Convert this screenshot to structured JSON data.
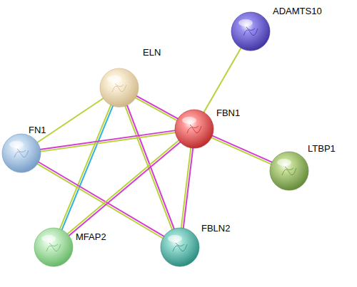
{
  "diagram": {
    "nodes": [
      {
        "text": [
          "ADAMTS10"
        ]
      },
      {
        "text": [
          "ELN"
        ]
      },
      {
        "text": [
          "FBN1"
        ]
      },
      {
        "text": [
          "FN1"
        ]
      },
      {
        "text": [
          "LTBP1"
        ]
      },
      {
        "text": [
          "MFAP2"
        ]
      },
      {
        "text": [
          "FBLN2"
        ]
      }
    ],
    "edges": [
      {
        "from": 0,
        "to": 2,
        "arrow": "none"
      },
      {
        "from": 1,
        "to": 2,
        "arrow": "none"
      },
      {
        "from": 1,
        "to": 3,
        "arrow": "none"
      },
      {
        "from": 1,
        "to": 5,
        "arrow": "none"
      },
      {
        "from": 1,
        "to": 6,
        "arrow": "none"
      },
      {
        "from": 3,
        "to": 2,
        "arrow": "none"
      },
      {
        "from": 3,
        "to": 6,
        "arrow": "none"
      },
      {
        "from": 2,
        "to": 5,
        "arrow": "none"
      },
      {
        "from": 2,
        "to": 6,
        "arrow": "none"
      },
      {
        "from": 2,
        "to": 4,
        "arrow": "none"
      }
    ]
  }
}
